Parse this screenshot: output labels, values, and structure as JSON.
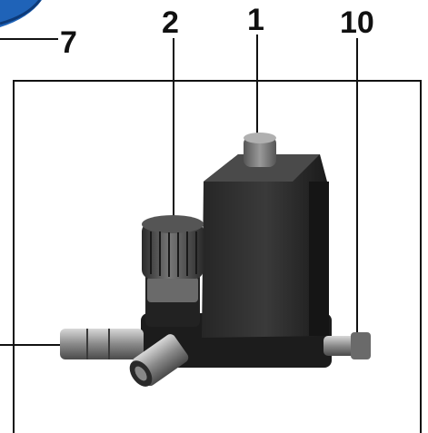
{
  "callouts": {
    "part_7": "7",
    "part_2": "2",
    "part_1": "1",
    "part_10": "10"
  },
  "colors": {
    "corner_badge": "#1f63b8",
    "line": "#111111",
    "device_dark": "#1e1e1e",
    "metal": "#9a9a9a"
  }
}
